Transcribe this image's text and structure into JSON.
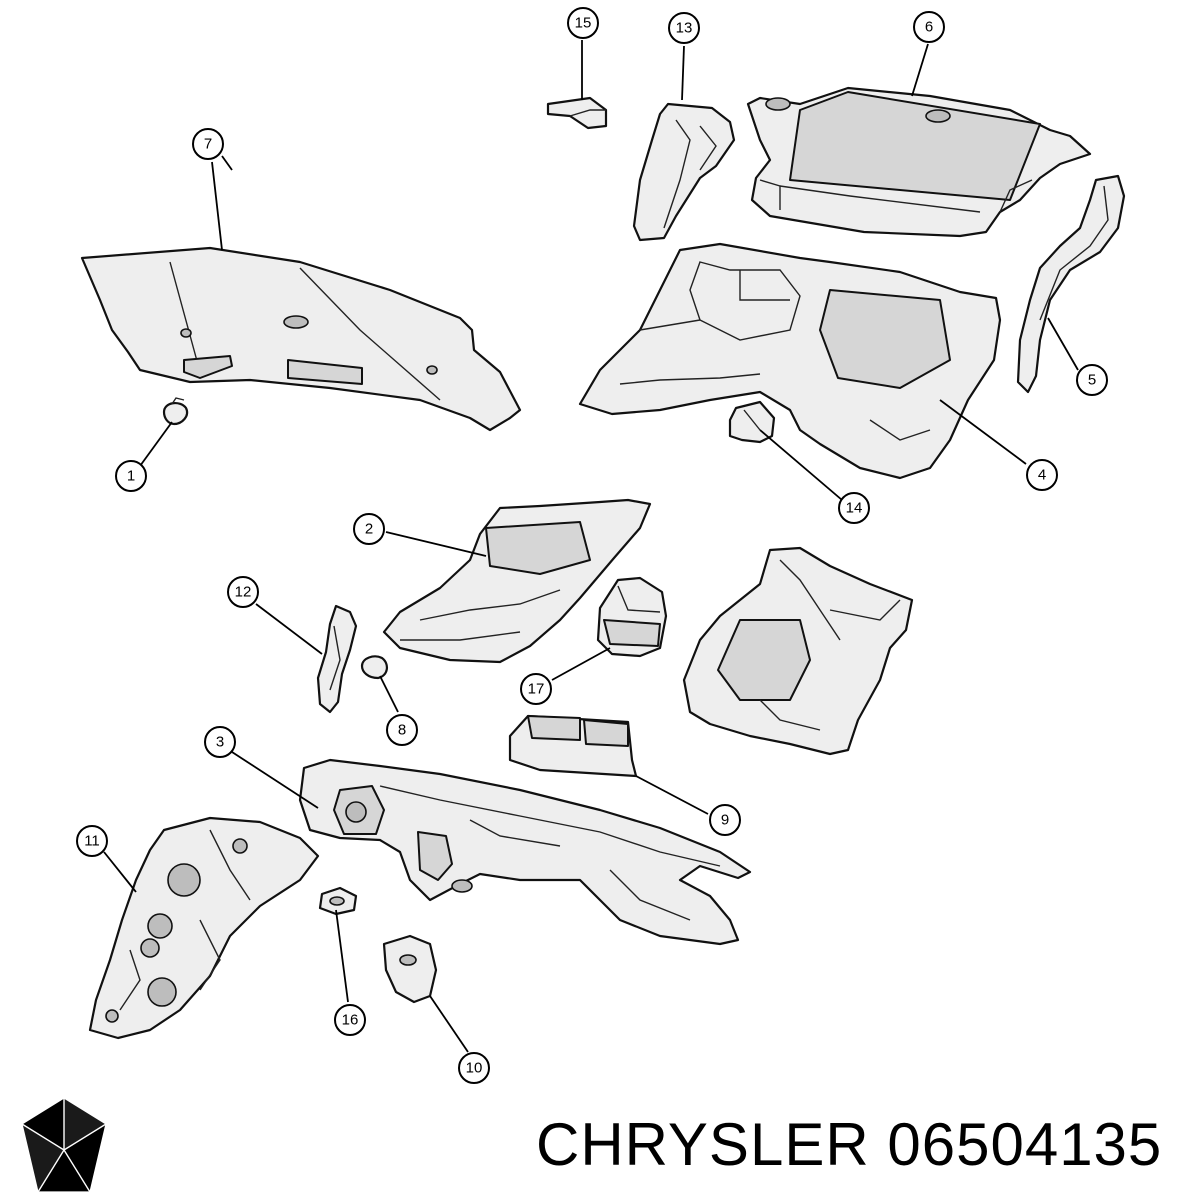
{
  "footer": {
    "brand": "CHRYSLER",
    "part_number": "06504135"
  },
  "logo": {
    "icon": "chrysler-pentastar-logo",
    "color": "#000000"
  },
  "callouts": [
    {
      "id": "c1",
      "label": "1"
    },
    {
      "id": "c2",
      "label": "2"
    },
    {
      "id": "c3",
      "label": "3"
    },
    {
      "id": "c4",
      "label": "4"
    },
    {
      "id": "c5",
      "label": "5"
    },
    {
      "id": "c6",
      "label": "6"
    },
    {
      "id": "c7",
      "label": "7"
    },
    {
      "id": "c8",
      "label": "8"
    },
    {
      "id": "c9",
      "label": "9"
    },
    {
      "id": "c10",
      "label": "10"
    },
    {
      "id": "c11",
      "label": "11"
    },
    {
      "id": "c12",
      "label": "12"
    },
    {
      "id": "c13",
      "label": "13"
    },
    {
      "id": "c14",
      "label": "14"
    },
    {
      "id": "c15",
      "label": "15"
    },
    {
      "id": "c16",
      "label": "16"
    },
    {
      "id": "c17",
      "label": "17"
    }
  ]
}
